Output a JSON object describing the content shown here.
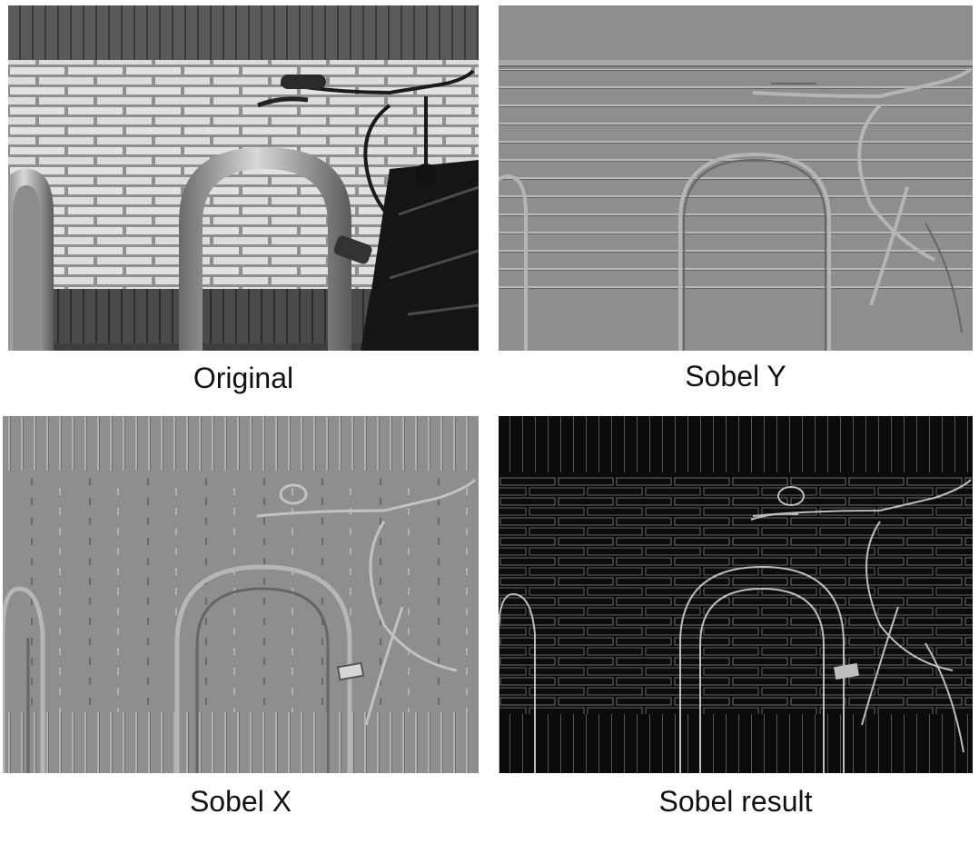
{
  "panels": [
    {
      "id": "original",
      "caption": "Original"
    },
    {
      "id": "sobel-y",
      "caption": "Sobel Y"
    },
    {
      "id": "sobel-x",
      "caption": "Sobel X"
    },
    {
      "id": "sobel-result",
      "caption": "Sobel result"
    }
  ]
}
